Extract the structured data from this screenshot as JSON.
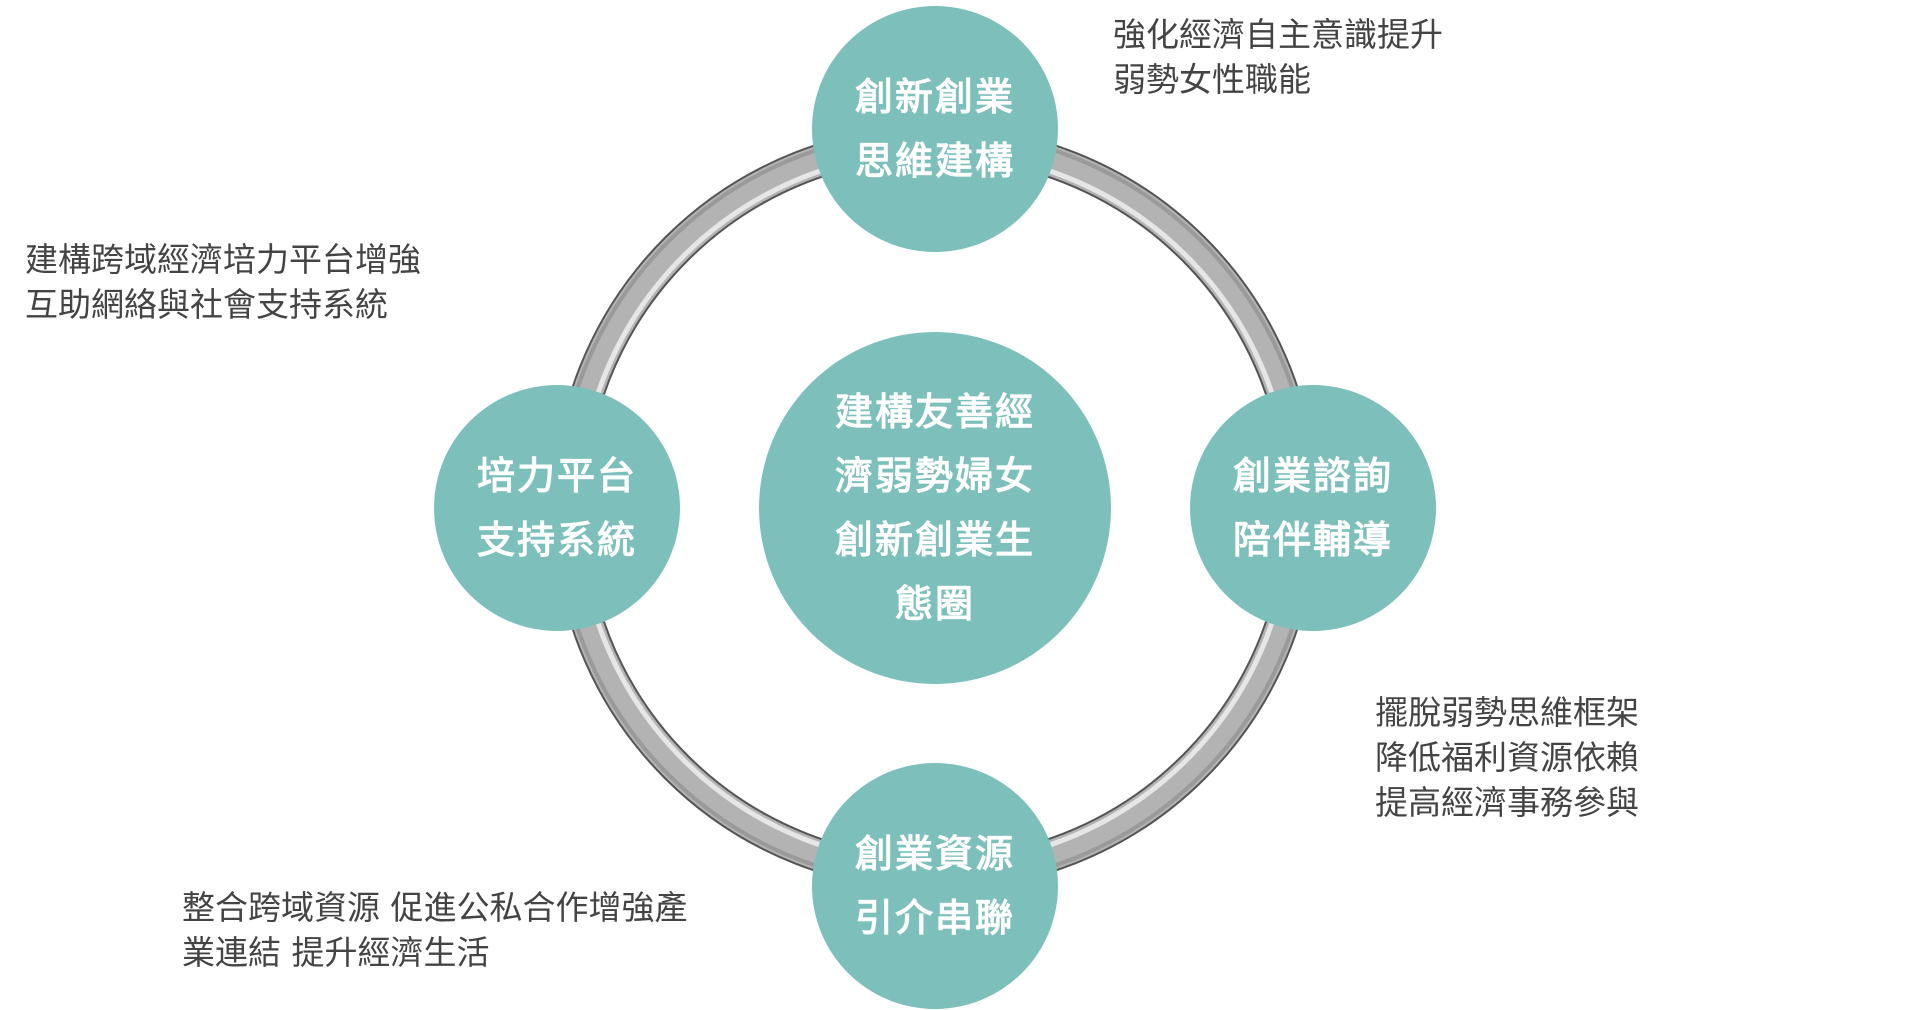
{
  "colors": {
    "node": "#7dc0bb",
    "ring": "#b3b3b3",
    "text": "#444444"
  },
  "center": {
    "lines": [
      "建構友善經",
      "濟弱勢婦女",
      "創新創業生",
      "態圈"
    ]
  },
  "nodes": {
    "top": {
      "lines": [
        "創新創業",
        "思維建構"
      ]
    },
    "right": {
      "lines": [
        "創業諮詢",
        "陪伴輔導"
      ]
    },
    "bottom": {
      "lines": [
        "創業資源",
        "引介串聯"
      ]
    },
    "left": {
      "lines": [
        "培力平台",
        "支持系統"
      ]
    }
  },
  "notes": {
    "top_right": [
      "強化經濟自主意識提升",
      "弱勢女性職能"
    ],
    "left": [
      "建構跨域經濟培力平台增強",
      "互助網絡與社會支持系統"
    ],
    "right": [
      "擺脫弱勢思維框架",
      "降低福利資源依賴",
      "提高經濟事務參與"
    ],
    "bottom_left": [
      "整合跨域資源 促進公私合作增強產",
      "業連結 提升經濟生活"
    ]
  }
}
